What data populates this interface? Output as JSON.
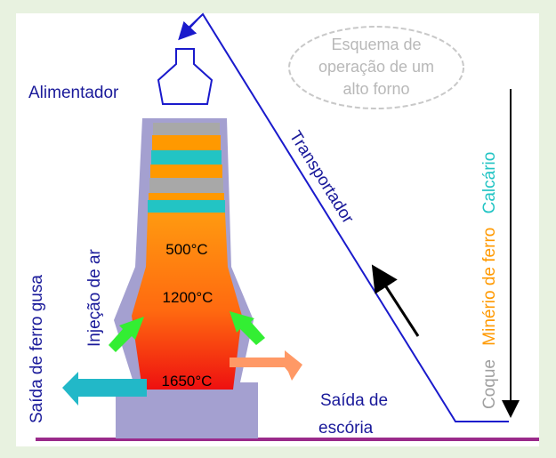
{
  "title_bubble": "Esquema de operação de um alto forno",
  "title_lines": [
    "Esquema de",
    "operação de um",
    "alto forno"
  ],
  "labels": {
    "feeder": "Alimentador",
    "conveyor": "Transportador",
    "air_injection": "Injeção de ar",
    "pig_iron_outlet": "Saída de ferro gusa",
    "slag_outlet_line1": "Saída de",
    "slag_outlet_line2": "escória",
    "temp_top": "500°C",
    "temp_mid": "1200°C",
    "temp_bottom": "1650°C"
  },
  "materials": [
    {
      "name": "Coque",
      "color": "#a0a0a0"
    },
    {
      "name": "Minério de ferro",
      "color": "#ff9900"
    },
    {
      "name": "Calcário",
      "color": "#22c4c4"
    }
  ],
  "colors": {
    "background": "#e8f2e0",
    "conveyor_line": "#1a1acc",
    "furnace_shell": "#a4a0d0",
    "base_line": "#9a2a8a",
    "air_arrow": "#33ee33",
    "slag_arrow": "#ff9966",
    "iron_arrow": "#22b8c8"
  }
}
